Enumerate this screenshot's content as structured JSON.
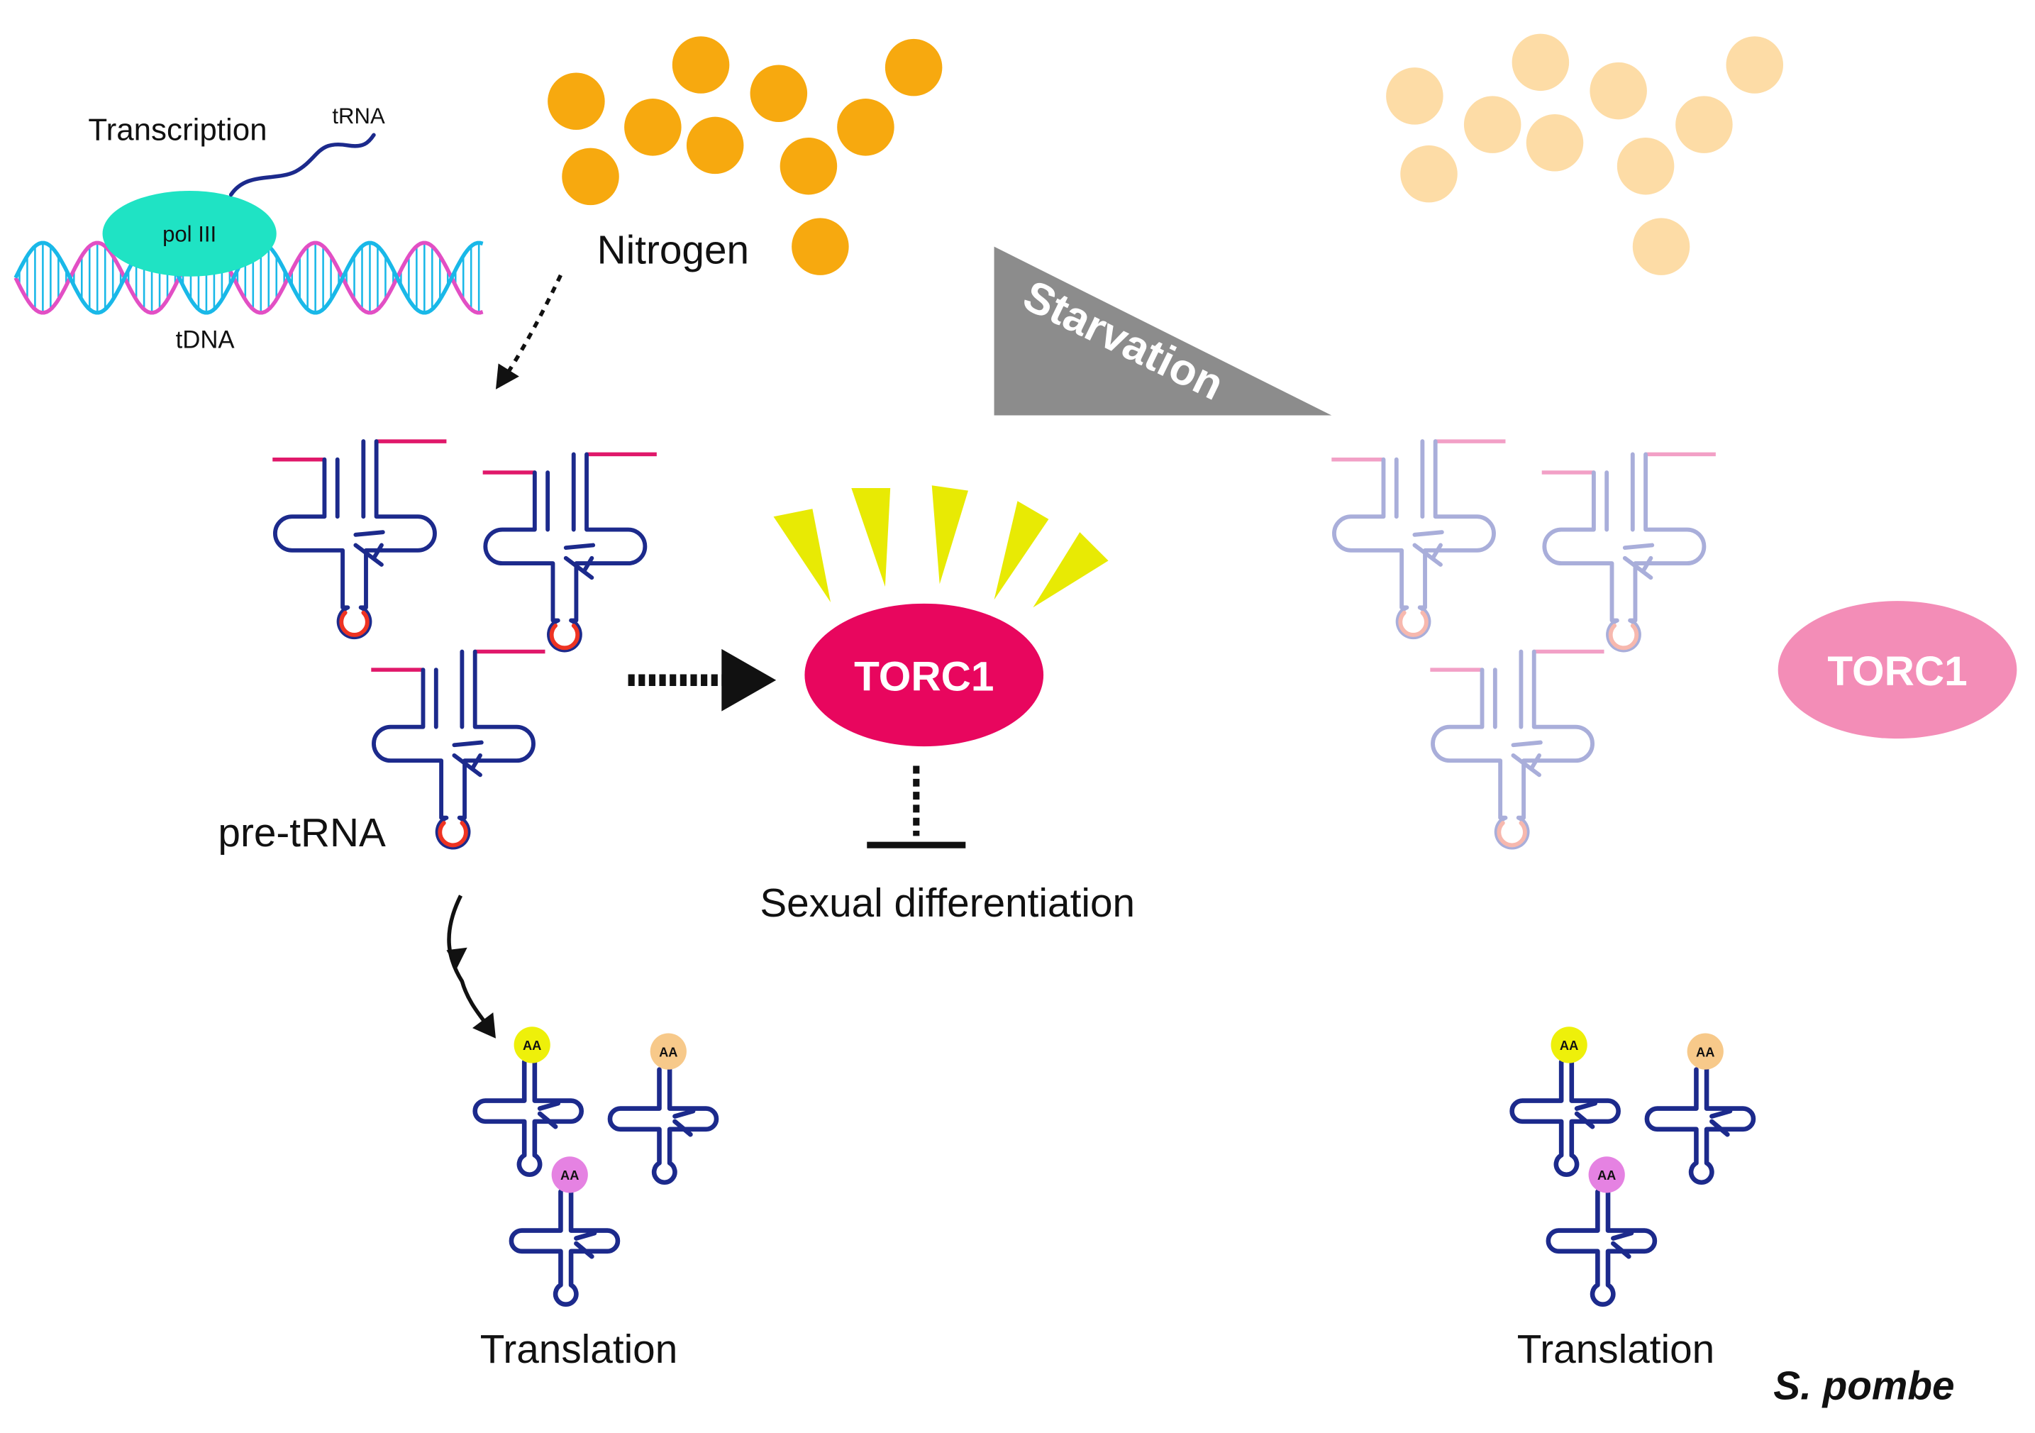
{
  "labels": {
    "transcription": "Transcription",
    "trna": "tRNA",
    "pol3": "pol III",
    "tdna": "tDNA",
    "nitrogen": "Nitrogen",
    "starvation": "Starvation",
    "pre_trna": "pre-tRNA",
    "torc1_active": "TORC1",
    "torc1_inactive": "TORC1",
    "sexual_diff": "Sexual differentiation",
    "translation_left": "Translation",
    "translation_right": "Translation",
    "species": "S. pombe",
    "aa": "AA"
  },
  "colors": {
    "nitrogen": "#F7A90F",
    "nitrogen_faded": "#FDDCA6",
    "trna": "#1C2A8C",
    "trna_faded": "#A9AEDA",
    "leader": "#E0186A",
    "leader_faded": "#F2A0C6",
    "intron": "#EE3322",
    "intron_faded": "#F7B8AE",
    "torc1": "#E8065E",
    "torc1_faded": "#F38DB7",
    "polIII": "#1FE3C4",
    "helix_pink": "#E24FC4",
    "helix_blue": "#19B8E8",
    "rays": "#E8EA04",
    "starvation_wedge": "#8C8C8C",
    "aa_yellow": "#EEF00A",
    "aa_peach": "#F7C98A",
    "aa_pink": "#E582E2"
  },
  "icons": [
    "dna-double-helix",
    "rna-polymerase",
    "nitrogen-dots",
    "pre-trna-cloverleaf",
    "mature-trna",
    "amino-acid-ball",
    "activity-rays",
    "inhibition-bar",
    "starvation-wedge"
  ]
}
